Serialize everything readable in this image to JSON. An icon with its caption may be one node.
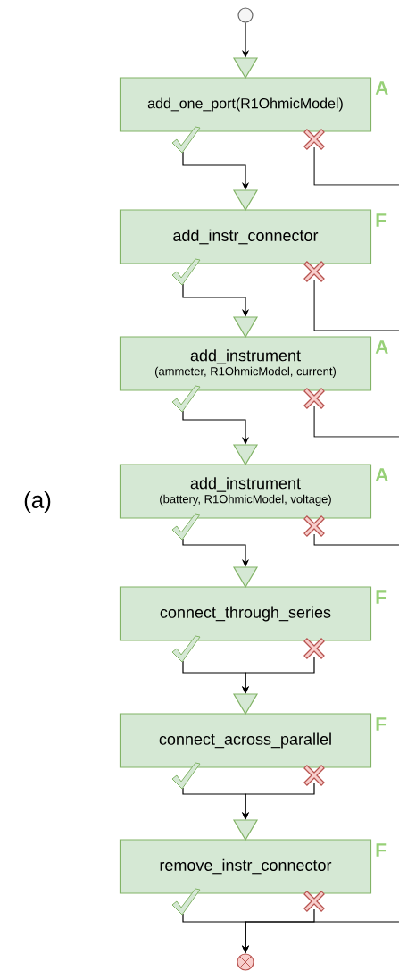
{
  "diagram": {
    "nodes": [
      {
        "text": [],
        "shape": "circle"
      },
      {
        "text": [
          "add_one_port(R1OhmicModel)"
        ],
        "beside": [
          "A"
        ]
      },
      {
        "text": [
          "add_instr_connector"
        ],
        "beside": [
          "F"
        ]
      },
      {
        "text": [
          "add_instrument",
          "(ammeter, R1OhmicModel, current)"
        ],
        "beside": [
          "A"
        ]
      },
      {
        "text": [
          "add_instrument",
          "(battery, R1OhmicModel, voltage)"
        ],
        "beside": [
          "A"
        ]
      },
      {
        "text": [
          "connect_through_series"
        ],
        "beside": [
          "F"
        ]
      },
      {
        "text": [
          "connect_across_parallel"
        ],
        "beside": [
          "F"
        ]
      },
      {
        "text": [
          "remove_instr_connector"
        ],
        "beside": [
          "F"
        ]
      },
      {
        "text": [],
        "shape": "circle"
      }
    ],
    "edges": [
      {
        "from": 0,
        "to": 1,
        "arrow": "to"
      },
      {
        "from": 1,
        "to": 2,
        "arrow": "to"
      },
      {
        "from": 1,
        "to": null,
        "arrow": "none"
      },
      {
        "from": 2,
        "to": 3,
        "arrow": "to"
      },
      {
        "from": 2,
        "to": null,
        "arrow": "none"
      },
      {
        "from": 3,
        "to": 4,
        "arrow": "to"
      },
      {
        "from": 3,
        "to": null,
        "arrow": "none"
      },
      {
        "from": 4,
        "to": 5,
        "arrow": "to"
      },
      {
        "from": 4,
        "to": null,
        "arrow": "none"
      },
      {
        "from": 5,
        "to": 6,
        "arrow": "to"
      },
      {
        "from": 5,
        "to": 6,
        "arrow": "to"
      },
      {
        "from": 6,
        "to": 7,
        "arrow": "to"
      },
      {
        "from": 6,
        "to": 7,
        "arrow": "to"
      },
      {
        "from": 7,
        "to": 8,
        "arrow": "to"
      },
      {
        "from": 7,
        "to": 8,
        "arrow": "to"
      },
      {
        "from": null,
        "to": 8,
        "arrow": "to"
      }
    ],
    "labels": [
      "(a)"
    ]
  }
}
